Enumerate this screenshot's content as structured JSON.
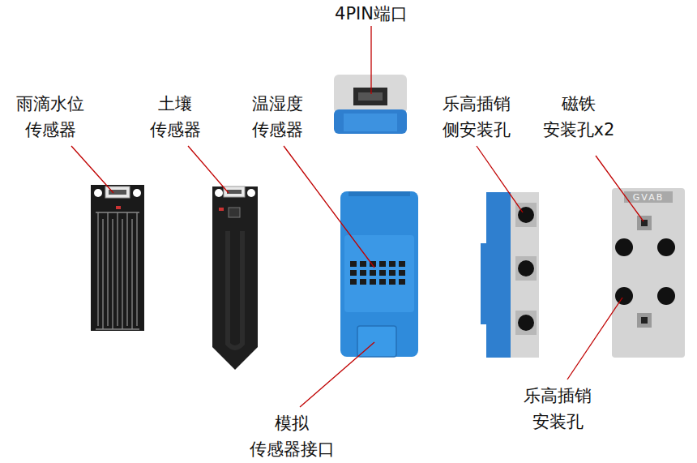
{
  "diagram": {
    "labels": [
      "4PIN端口",
      "雨滴水位 传感器",
      "土壤 传感器",
      "温湿度 传感器",
      "乐高插销 侧安装孔",
      "磁铁 安装孔x2",
      "GVAB",
      "模拟 传感器接口",
      "乐高插销 安装孔"
    ]
  }
}
